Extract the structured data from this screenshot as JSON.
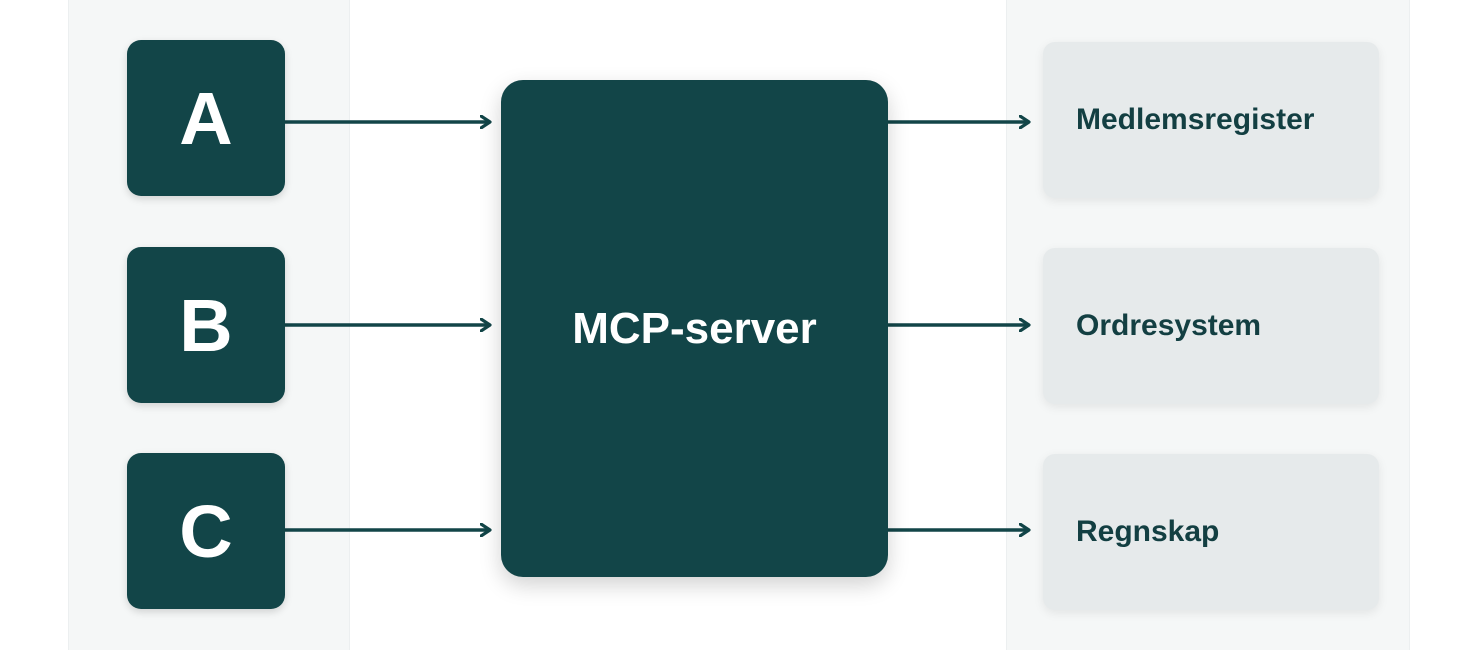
{
  "colors": {
    "accent": "#124548",
    "system_fill": "#e6eaeb",
    "system_text": "#133f42",
    "panel_fill": "#f5f7f7",
    "arrow": "#124548"
  },
  "clients": [
    {
      "label": "A"
    },
    {
      "label": "B"
    },
    {
      "label": "C"
    }
  ],
  "server": {
    "label": "MCP-server"
  },
  "systems": [
    {
      "label": "Medlemsregister"
    },
    {
      "label": "Ordresystem"
    },
    {
      "label": "Regnskap"
    }
  ],
  "arrows": [
    {
      "from": "client-a",
      "to": "server"
    },
    {
      "from": "client-b",
      "to": "server"
    },
    {
      "from": "client-c",
      "to": "server"
    },
    {
      "from": "server",
      "to": "system-1"
    },
    {
      "from": "server",
      "to": "system-2"
    },
    {
      "from": "server",
      "to": "system-3"
    }
  ]
}
